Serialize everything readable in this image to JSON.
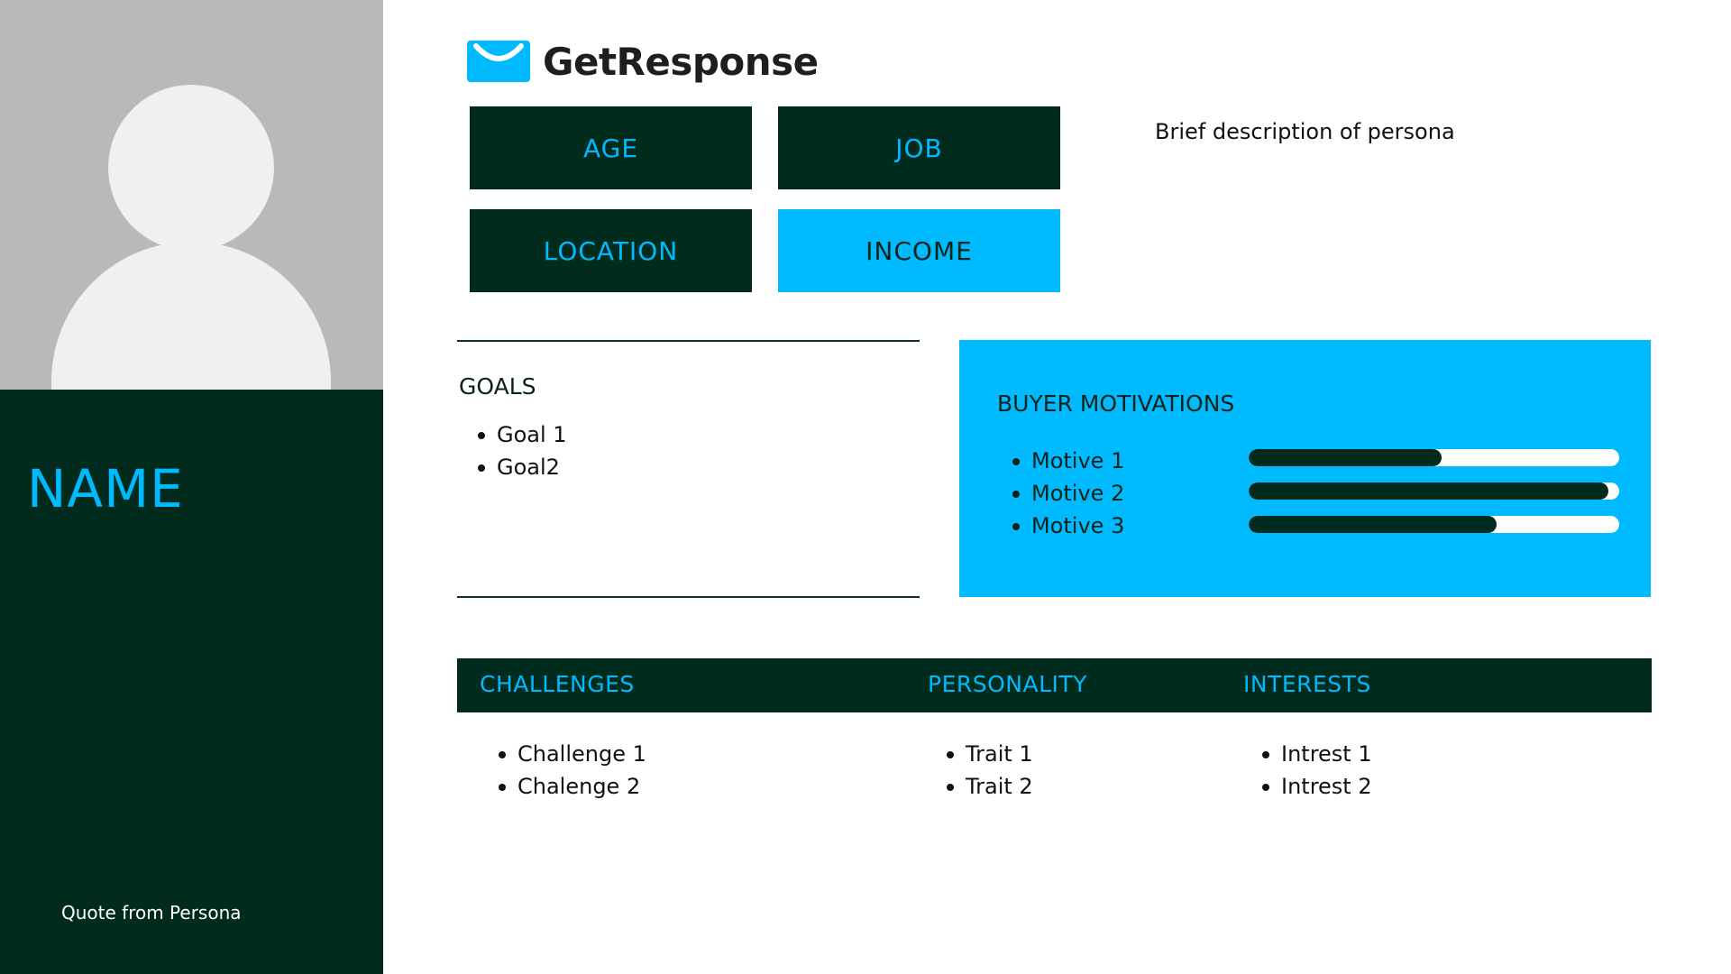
{
  "persona": {
    "name": "NAME",
    "quote": "Quote from Persona",
    "brief": "Brief description of persona"
  },
  "logo": {
    "text": "GetResponse",
    "icon": "getresponse-envelope-icon"
  },
  "attributes": {
    "age": "AGE",
    "job": "JOB",
    "location": "LOCATION",
    "income": "INCOME"
  },
  "goals": {
    "heading": "GOALS",
    "items": [
      "Goal 1",
      "Goal2"
    ]
  },
  "motivations": {
    "heading": "BUYER MOTIVATIONS",
    "items": [
      {
        "label": "Motive 1",
        "level": 0.52
      },
      {
        "label": "Motive 2",
        "level": 0.97
      },
      {
        "label": "Motive 3",
        "level": 0.67
      }
    ]
  },
  "band": {
    "challenges": "CHALLENGES",
    "personality": "PERSONALITY",
    "interests": "INTERESTS"
  },
  "challenges": [
    "Challenge 1",
    "Chalenge 2"
  ],
  "traits": [
    "Trait 1",
    "Trait 2"
  ],
  "interests": [
    "Intrest 1",
    "Intrest 2"
  ],
  "colors": {
    "dark_green": "#012b1d",
    "accent_blue": "#00baff",
    "photo_gray": "#b9b9bb",
    "avatar_light": "#eff0f2"
  }
}
